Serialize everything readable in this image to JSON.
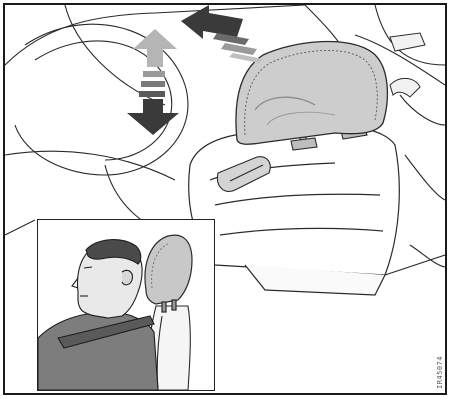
{
  "illustration": {
    "ref_code": "IR45074",
    "icons": {
      "adjust_up_down": "up-down-arrows",
      "adjust_forward": "forward-arrow"
    },
    "colors": {
      "outline": "#2a2a2a",
      "headrest_fill": "#c8c8c8",
      "arrow_dark": "#3a3a3a",
      "arrow_light": "#b5b5b5"
    }
  }
}
